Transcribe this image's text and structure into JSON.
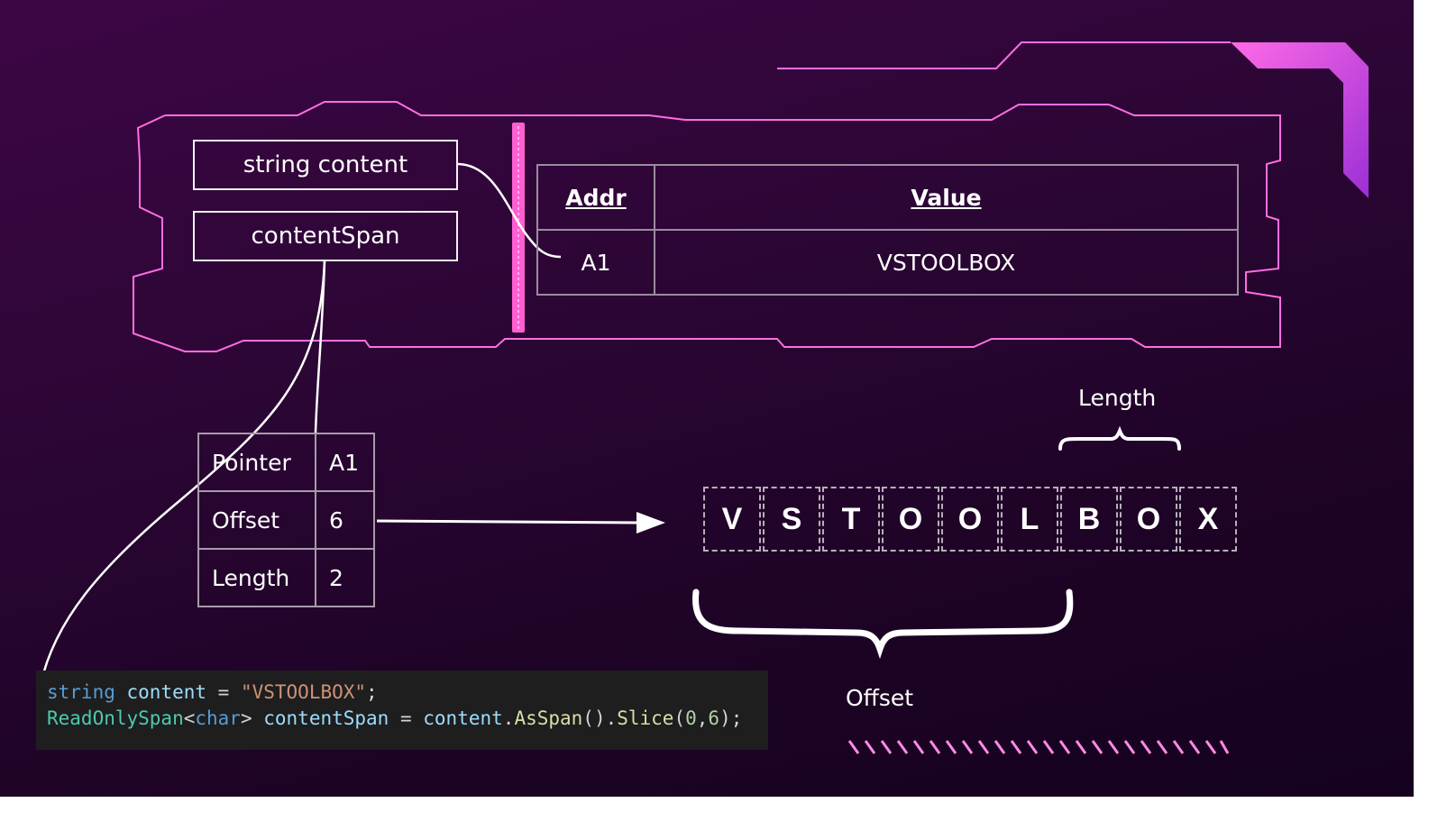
{
  "stack_vars": {
    "content": "string content",
    "span": "contentSpan"
  },
  "heap_table": {
    "headers": [
      "Addr",
      "Value"
    ],
    "row": {
      "addr": "A1",
      "value": "VSTOOLBOX"
    }
  },
  "span_struct": {
    "rows": [
      {
        "field": "Pointer",
        "value": "A1"
      },
      {
        "field": "Offset",
        "value": "6"
      },
      {
        "field": "Length",
        "value": "2"
      }
    ]
  },
  "characters": [
    "V",
    "S",
    "T",
    "O",
    "O",
    "L",
    "B",
    "O",
    "X"
  ],
  "labels": {
    "length": "Length",
    "offset": "Offset"
  },
  "code": {
    "line1": {
      "kw": "string",
      "var": "content",
      "eq": " = ",
      "str": "\"VSTOOLBOX\"",
      "end": ";"
    },
    "line2": {
      "type": "ReadOnlySpan",
      "lt": "<",
      "generic": "char",
      "gt": "> ",
      "var": "contentSpan",
      "eq": " = ",
      "obj": "content",
      "dot1": ".",
      "m1": "AsSpan",
      "p1": "().",
      "m2": "Slice",
      "args_open": "(",
      "a1": "0",
      "comma": ",",
      "a2": "6",
      "args_close": ");"
    }
  },
  "colors": {
    "accent": "#ff5fd2",
    "frame": "#ff6ee0",
    "background": "#2b0634"
  }
}
